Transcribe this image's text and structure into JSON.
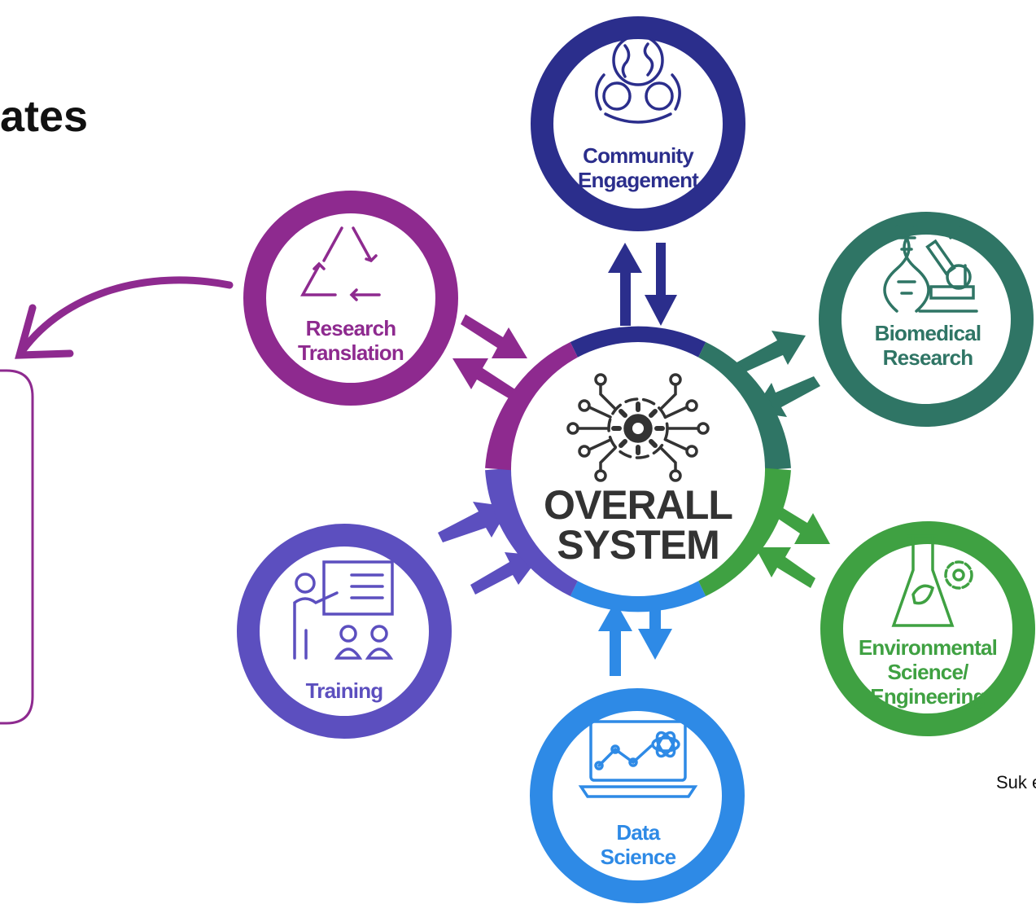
{
  "slide": {
    "heading": "ates",
    "citation": "Suk et"
  },
  "center": {
    "line1": "OVERALL",
    "line2": "SYSTEM"
  },
  "nodes": {
    "community": {
      "line1": "Community",
      "line2": "Engagement",
      "color": "#2B2E8C"
    },
    "biomedical": {
      "line1": "Biomedical",
      "line2": "Research",
      "color": "#2F7565"
    },
    "environmental": {
      "line1": "Environmental",
      "line2": "Science/",
      "line3": "Engineering",
      "color": "#3FA142"
    },
    "data": {
      "line1": "Data",
      "line2": "Science",
      "color": "#2E8AE6"
    },
    "training": {
      "line1": "Training",
      "color": "#5C4FBF"
    },
    "research": {
      "line1": "Research",
      "line2": "Translation",
      "color": "#8E2A8F"
    }
  },
  "icons": [
    "globe-icon",
    "dna-microscope-icon",
    "flask-gear-icon",
    "laptop-chart-icon",
    "presentation-icon",
    "recycle-icon",
    "gear-circuit-icon"
  ]
}
